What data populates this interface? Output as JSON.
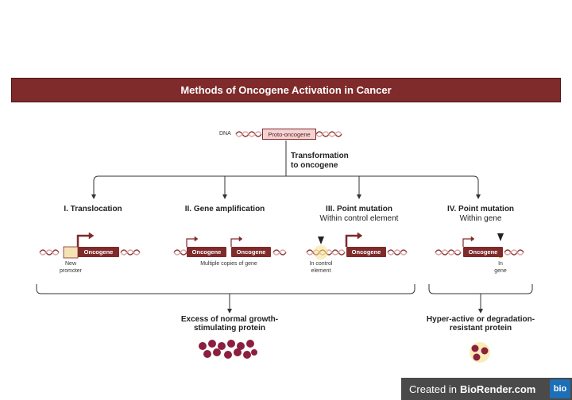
{
  "title": "Methods of Oncogene Activation in Cancer",
  "top": {
    "dna_label": "DNA",
    "proto_label": "Proto-oncogene",
    "transformation_line1": "Transformation",
    "transformation_line2": "to oncogene"
  },
  "methods": [
    {
      "title": "I.  Translocation",
      "subtitle": ""
    },
    {
      "title": "II.  Gene amplification",
      "subtitle": ""
    },
    {
      "title": "III.  Point mutation",
      "subtitle": "Within control element"
    },
    {
      "title": "IV.  Point mutation",
      "subtitle": "Within gene"
    }
  ],
  "gene_label": "Oncogene",
  "annotations": {
    "new_promoter_1": "New",
    "new_promoter_2": "promoter",
    "multiple_copies": "Multiple copies of gene",
    "in_control_1": "In control",
    "in_control_2": "element",
    "in_gene_1": "In",
    "in_gene_2": "gene"
  },
  "outcomes": {
    "left_line1": "Excess of normal growth-",
    "left_line2": "stimulating protein",
    "right_line1": "Hyper-active or degradation-",
    "right_line2": "resistant protein"
  },
  "badge": {
    "created_in": "Created in",
    "brand": "BioRender.com",
    "logo": "bio"
  },
  "colors": {
    "primary": "#7f2a2b",
    "dna_light": "#d9a3a3",
    "protein": "#8c1f3f",
    "glow": "#f5e08a"
  }
}
